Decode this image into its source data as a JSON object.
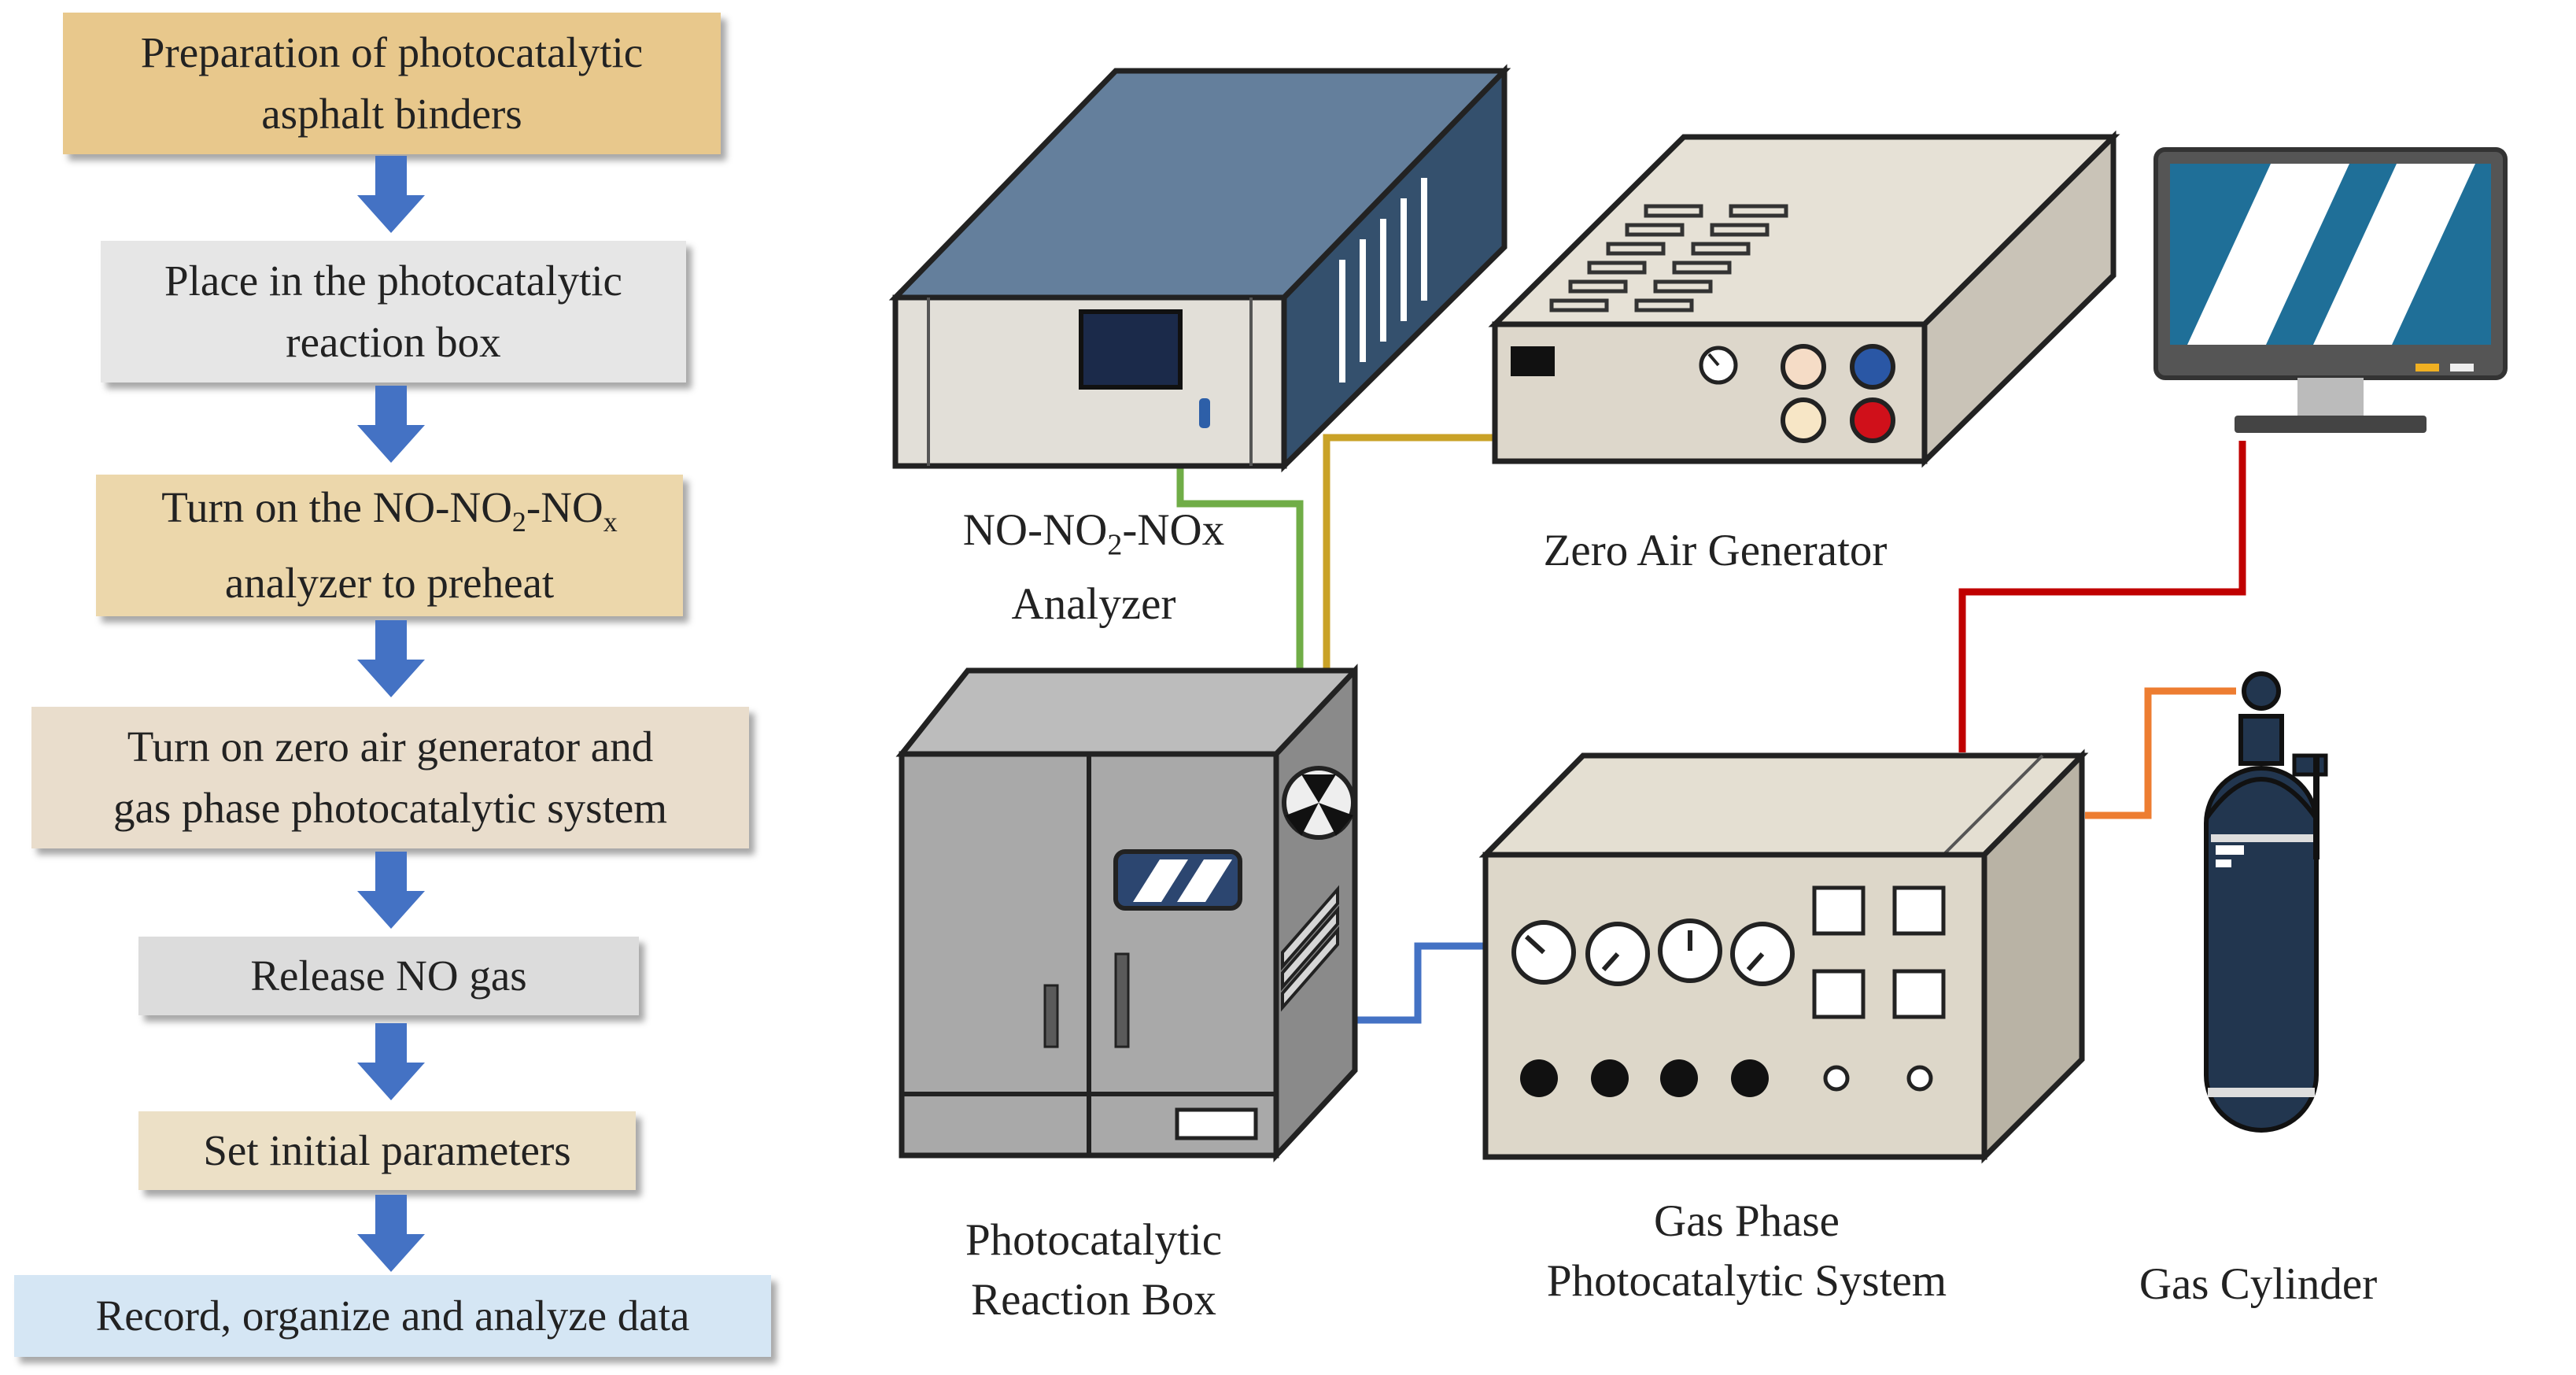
{
  "steps": [
    {
      "line1": "Preparation of photocatalytic",
      "line2": "asphalt binders",
      "bg": "#e8c88c"
    },
    {
      "line1": "Place in the photocatalytic",
      "line2": "reaction box",
      "bg": "#e6e6e6"
    },
    {
      "line1a": "Turn on the NO-NO",
      "sub1": "2",
      "line1b": "-NO",
      "sub2": "x",
      "line2": "analyzer to preheat",
      "bg": "#ecd7ab"
    },
    {
      "line1": "Turn on zero air generator and",
      "line2": "gas phase photocatalytic system",
      "bg": "#e9ddcc"
    },
    {
      "line1": "Release NO gas",
      "bg": "#dcdcdc"
    },
    {
      "line1": "Set initial parameters",
      "bg": "#ece0c6"
    },
    {
      "line1": "Record, organize and analyze data",
      "bg": "#d5e6f4"
    }
  ],
  "labels": {
    "analyzer_a": "NO-NO",
    "analyzer_sub": "2",
    "analyzer_b": "-NOx",
    "analyzer_line2": "Analyzer",
    "zero_air": "Zero Air Generator",
    "reaction_box_1": "Photocatalytic",
    "reaction_box_2": "Reaction Box",
    "gas_phase_1": "Gas Phase",
    "gas_phase_2": "Photocatalytic System",
    "gas_cylinder": "Gas Cylinder"
  },
  "colors": {
    "arrow": "#4472c4",
    "analyzer_link": "#70ad47",
    "zero_air_link": "#c9a227",
    "monitor_link": "#c00000",
    "cylinder_link": "#ed7d31",
    "box_link": "#4472c4"
  }
}
